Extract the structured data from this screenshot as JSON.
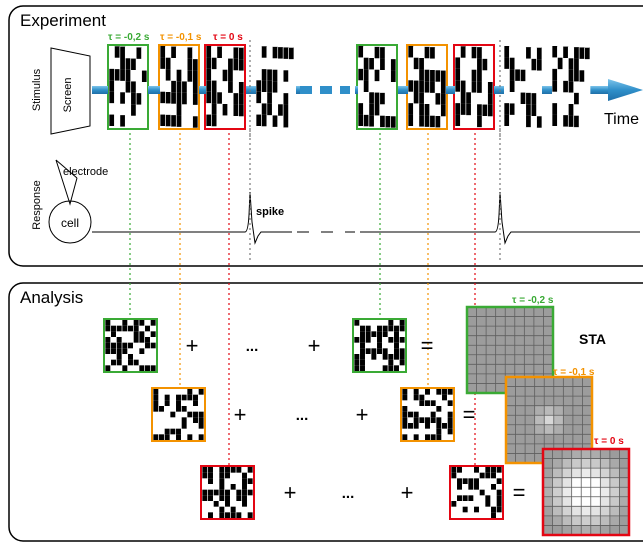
{
  "experiment": {
    "title": "Experiment",
    "row_labels": {
      "stimulus": "Stimulus",
      "response": "Response"
    },
    "screen_label": "Screen",
    "time_label": "Time",
    "electrode_label": "electrode",
    "cell_label": "cell",
    "spike_label": "spike",
    "frame_labels": [
      {
        "text": "τ = -0,2 s",
        "color": "#3aaa35"
      },
      {
        "text": "τ = -0,1 s",
        "color": "#f39200"
      },
      {
        "text": "τ = 0 s",
        "color": "#e30613"
      }
    ]
  },
  "analysis": {
    "title": "Analysis",
    "sta_label": "STA",
    "plus": "+",
    "ellipsis": "...",
    "equals": "=",
    "sta_frame_labels": [
      {
        "text": "τ = -0,2 s",
        "color": "#3aaa35"
      },
      {
        "text": "τ = -0,1 s",
        "color": "#f39200"
      },
      {
        "text": "τ = 0 s",
        "color": "#e30613"
      }
    ]
  },
  "colors": {
    "green": "#3aaa35",
    "orange": "#f39200",
    "red": "#e30613",
    "time_arrow": "#2f8fc9",
    "panel_border": "#000000",
    "sta_gray": "#9c9c9c"
  }
}
